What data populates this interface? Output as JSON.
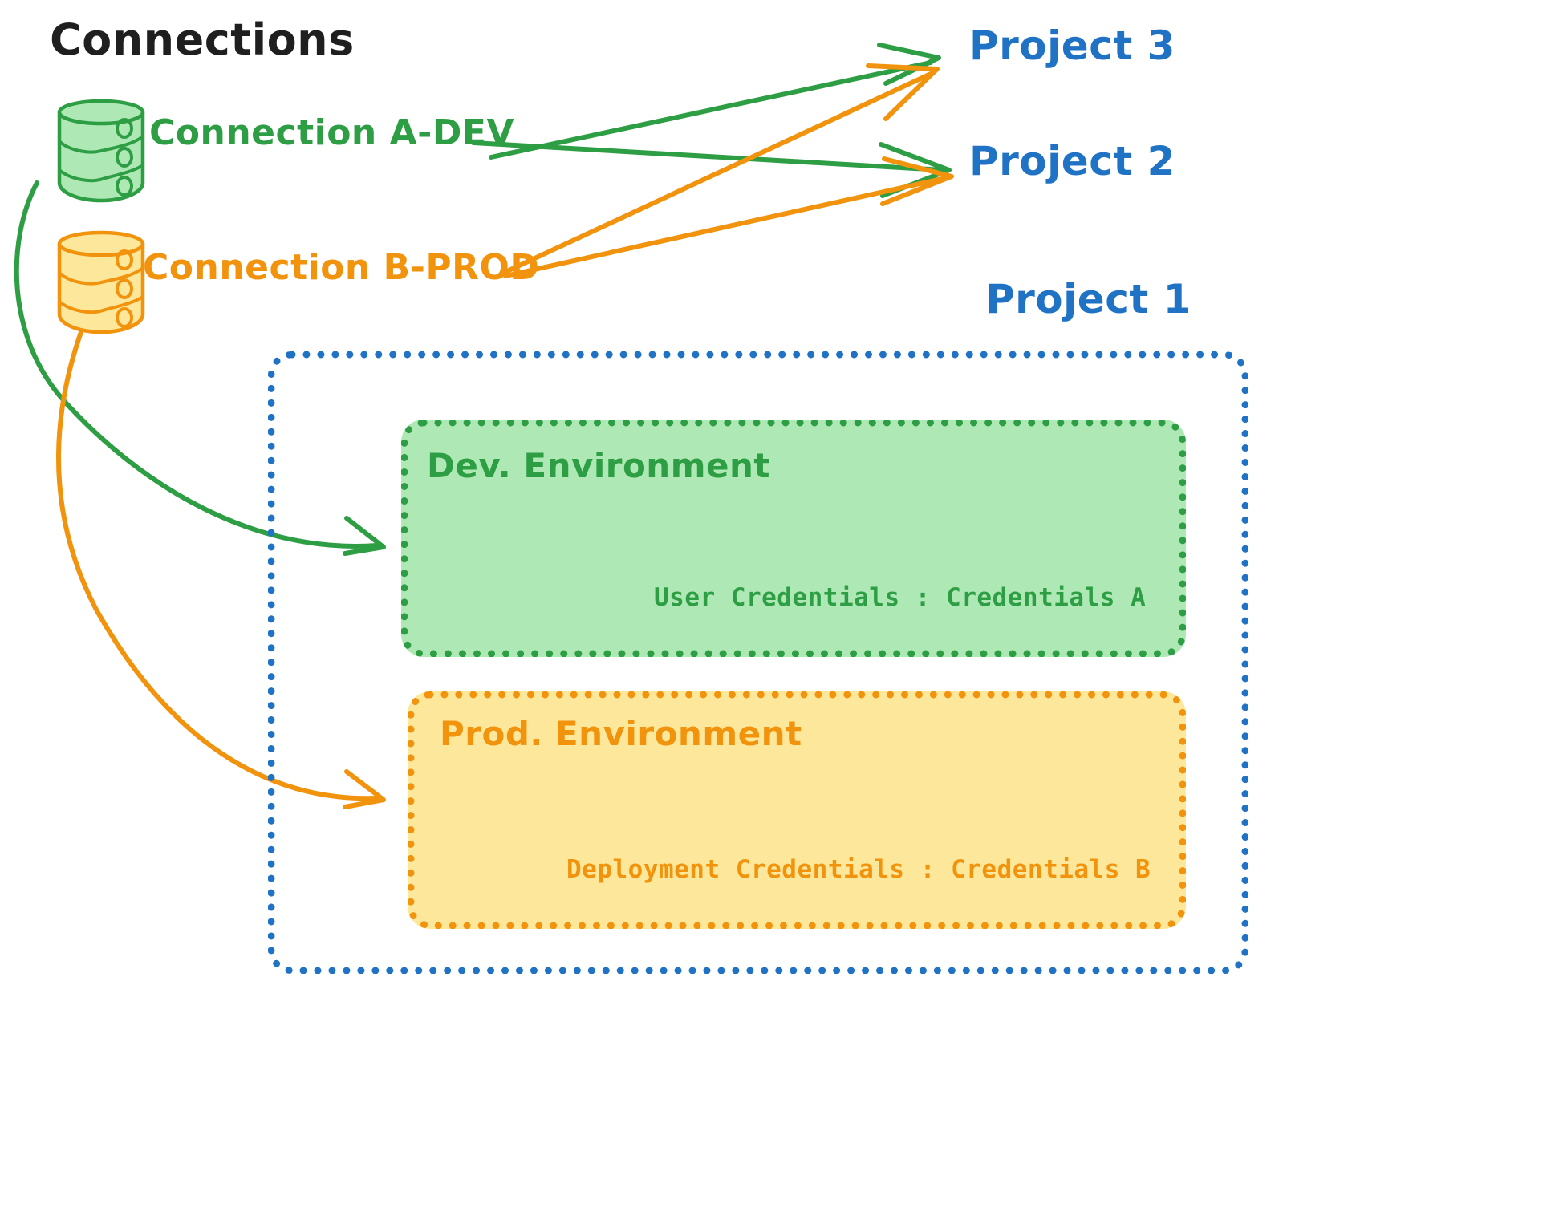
{
  "diagram": {
    "title": "Connections",
    "type": "architecture-diagram"
  },
  "connections": [
    {
      "id": "connection-a",
      "label": "Connection A-DEV",
      "color": "#2E9E45",
      "icon": "database-cylinder-icon",
      "fill": "#ADE8B5",
      "targets": [
        "Project 3",
        "Project 2",
        "Dev. Environment"
      ]
    },
    {
      "id": "connection-b",
      "label": "Connection B-PROD",
      "color": "#F2930D",
      "icon": "database-cylinder-icon",
      "fill": "#FCE79A",
      "targets": [
        "Project 3",
        "Project 2",
        "Prod. Environment"
      ]
    }
  ],
  "projects": [
    {
      "id": "project-3",
      "label": "Project 3",
      "color": "#1F72C4"
    },
    {
      "id": "project-2",
      "label": "Project 2",
      "color": "#1F72C4"
    },
    {
      "id": "project-1",
      "label": "Project 1",
      "color": "#1F72C4"
    }
  ],
  "project_1_container": {
    "label": "Project 1",
    "border_color": "#1F72C4",
    "border_style": "dotted",
    "environments": [
      {
        "id": "dev-environment",
        "name": "Dev. Environment",
        "credential_label": "User Credentials",
        "credential_separator": ":",
        "credential_value": "Credentials A",
        "credential_text": "User Credentials : Credentials A",
        "background": "#ADE8B5",
        "border_color": "#2E9E45",
        "text_color": "#2E9E45"
      },
      {
        "id": "prod-environment",
        "name": "Prod. Environment",
        "credential_label": "Deployment Credentials",
        "credential_separator": ":",
        "credential_value": "Credentials B",
        "credential_text": "Deployment Credentials : Credentials B",
        "background": "#FCE79A",
        "border_color": "#F2930D",
        "text_color": "#F2930D"
      }
    ]
  },
  "colors": {
    "green": "#2E9E45",
    "green_fill": "#ADE8B5",
    "orange": "#F2930D",
    "orange_fill": "#FCE79A",
    "blue": "#1F72C4",
    "black": "#1f1f1f",
    "background": "#ffffff"
  },
  "arrows": [
    {
      "from": "connection-a",
      "to": "project-3",
      "color": "#2E9E45"
    },
    {
      "from": "connection-a",
      "to": "project-2",
      "color": "#2E9E45"
    },
    {
      "from": "connection-a",
      "to": "dev-environment",
      "color": "#2E9E45"
    },
    {
      "from": "connection-b",
      "to": "project-3",
      "color": "#F2930D"
    },
    {
      "from": "connection-b",
      "to": "project-2",
      "color": "#F2930D"
    },
    {
      "from": "connection-b",
      "to": "prod-environment",
      "color": "#F2930D"
    }
  ]
}
